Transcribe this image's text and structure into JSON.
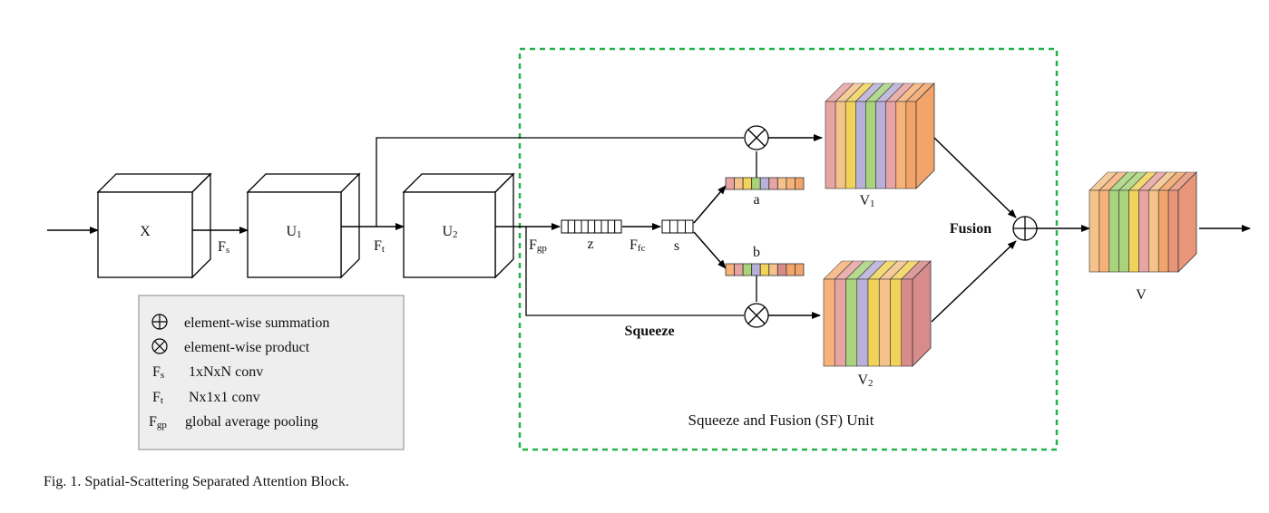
{
  "blocks": {
    "x": "X",
    "u1": {
      "main": "U",
      "sub": "1"
    },
    "u2": {
      "main": "U",
      "sub": "2"
    }
  },
  "arrows": {
    "fs": {
      "main": "F",
      "sub": "s"
    },
    "ft": {
      "main": "F",
      "sub": "t"
    },
    "fgp": {
      "main": "F",
      "sub": "gp"
    },
    "ffc": {
      "main": "F",
      "sub": "fc"
    }
  },
  "vectors": {
    "z": "z",
    "s": "s",
    "a": "a",
    "b": "b"
  },
  "cubes": {
    "v1": {
      "main": "V",
      "sub": "1"
    },
    "v2": {
      "main": "V",
      "sub": "2"
    },
    "v": "V"
  },
  "labels": {
    "squeeze": "Squeeze",
    "fusion": "Fusion",
    "sf_unit": "Squeeze and Fusion  (SF) Unit"
  },
  "legend": [
    {
      "key": "sum",
      "symbol": "",
      "text": "element-wise summation"
    },
    {
      "key": "product",
      "symbol": "",
      "text": "element-wise product"
    },
    {
      "key": "fs",
      "symbol": "F",
      "sub": "s",
      "text": "1xNxN conv"
    },
    {
      "key": "ft",
      "symbol": "F",
      "sub": "t",
      "text": "Nx1x1 conv"
    },
    {
      "key": "fgp",
      "symbol": "F",
      "sub": "gp",
      "text": "global average pooling"
    }
  ],
  "caption": "Fig. 1.  Spatial-Scattering Separated Attention Block.",
  "colors": {
    "sf_border": "#22b24c",
    "stripes_a": [
      "#e8a3a3",
      "#f5c28a",
      "#f2d35a",
      "#a9d47c",
      "#b8b0d8",
      "#e8a3a3",
      "#f5c28a",
      "#f7b27a",
      "#f2a46a"
    ],
    "stripes_b": [
      "#f7b27a",
      "#e8a3a3",
      "#a9d47c",
      "#b8b0d8",
      "#f2d35a",
      "#f5c28a",
      "#d88b8b",
      "#f2a46a"
    ]
  }
}
